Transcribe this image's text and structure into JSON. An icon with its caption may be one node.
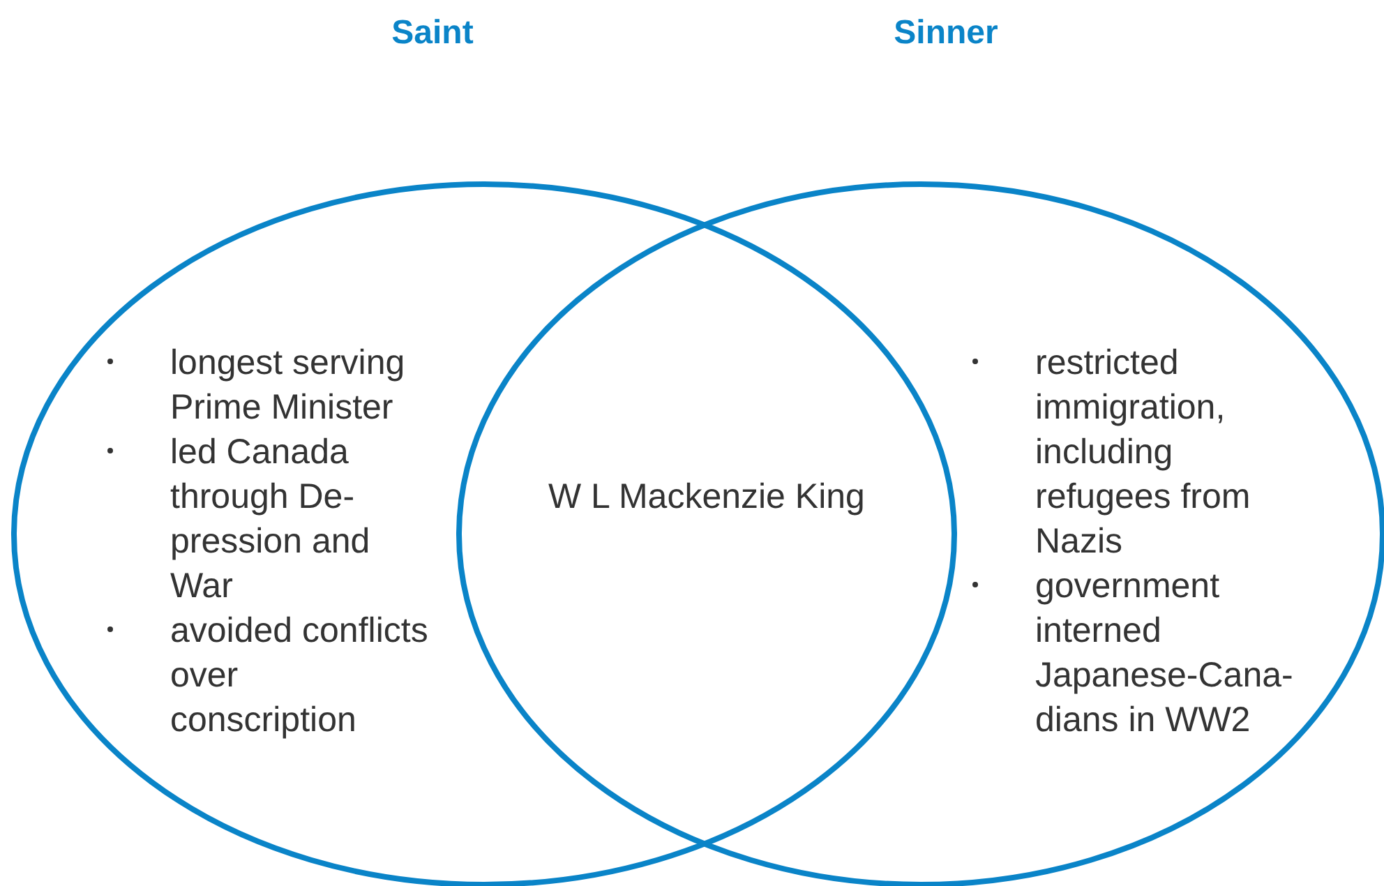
{
  "diagram": {
    "nodes": [
      {
        "text": [
          "Saint",
          "longest serving Prime Minister",
          "led Canada through De- pression and War",
          "avoided conflicts over conscription"
        ]
      },
      {
        "text": [
          "Sinner",
          "restricted immigration, including refugees from Nazis",
          "government interned Japanese-Cana- dians in WW2"
        ]
      },
      {
        "text": [
          "W L Mackenzie King"
        ]
      }
    ],
    "edges": []
  }
}
